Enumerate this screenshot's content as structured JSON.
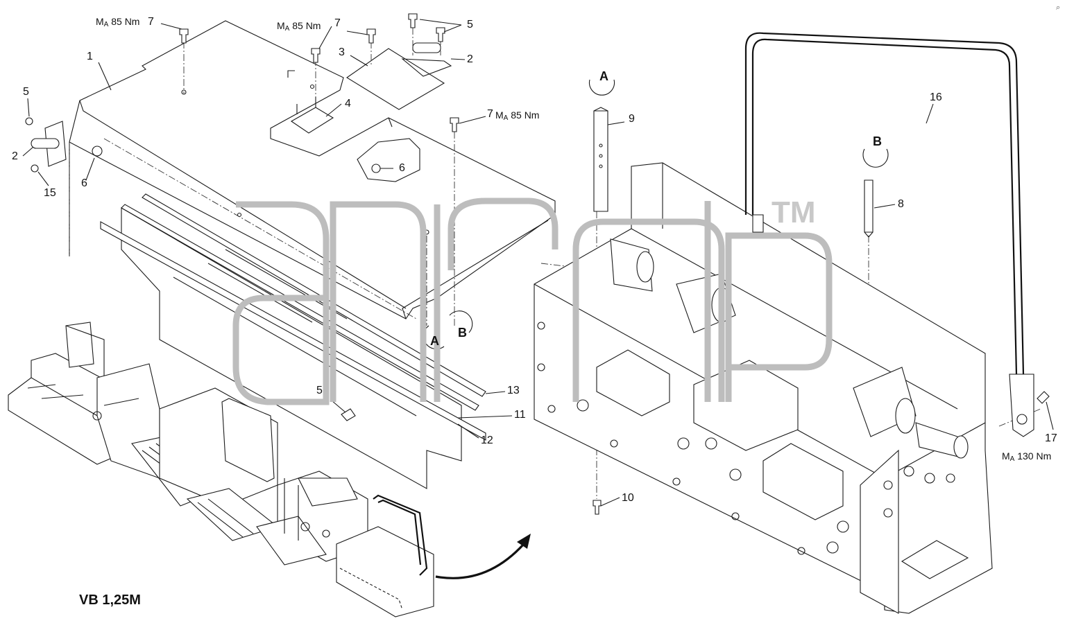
{
  "labels": {
    "p1": "1",
    "p2a": "2",
    "p2b": "2",
    "p3": "3",
    "p4": "4",
    "p5a": "5",
    "p5b": "5",
    "p5c": "5",
    "p6a": "6",
    "p6b": "6",
    "p7a": "7",
    "p7b": "7",
    "p7c": "7",
    "p8": "8",
    "p9": "9",
    "p10": "10",
    "p11": "11",
    "p12": "12",
    "p13": "13",
    "p15": "15",
    "p16": "16",
    "p17": "17"
  },
  "torque": {
    "m_letter": "M",
    "a_sub": "A",
    "t85a": "85 Nm",
    "t85b": "85 Nm",
    "t85c": "85 Nm",
    "t130": "130 Nm"
  },
  "refs": {
    "A_top": "A",
    "B_top": "B",
    "A_bottom": "A",
    "B_bottom": "B"
  },
  "model": "VB 1,25M",
  "watermark_tm": "TM",
  "corner_mark": "⌕"
}
